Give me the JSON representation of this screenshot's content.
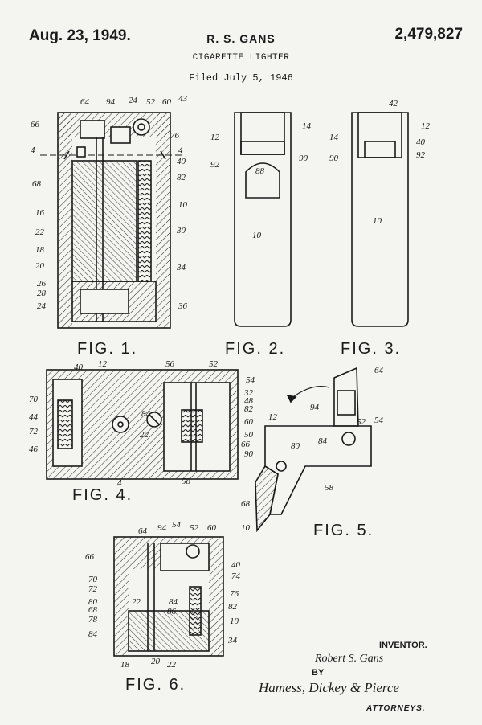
{
  "header": {
    "date": "Aug. 23, 1949.",
    "inventor": "R. S. GANS",
    "patent_number": "2,479,827",
    "title": "CIGARETTE LIGHTER",
    "filed": "Filed July 5, 1946"
  },
  "figures": {
    "fig1": "FIG. 1.",
    "fig2": "FIG. 2.",
    "fig3": "FIG. 3.",
    "fig4": "FIG. 4.",
    "fig5": "FIG. 5.",
    "fig6": "FIG. 6."
  },
  "ref_labels": {
    "fig1": [
      "64",
      "94",
      "24",
      "52",
      "60",
      "43",
      "66",
      "76",
      "4",
      "4",
      "40",
      "82",
      "68",
      "10",
      "16",
      "22",
      "30",
      "18",
      "20",
      "34",
      "26",
      "28",
      "24",
      "36"
    ],
    "fig2": [
      "14",
      "12",
      "92",
      "90",
      "88",
      "10"
    ],
    "fig3": [
      "42",
      "14",
      "12",
      "40",
      "90",
      "92",
      "10"
    ],
    "fig4": [
      "40",
      "12",
      "56",
      "52",
      "54",
      "70",
      "32",
      "44",
      "48",
      "84",
      "82",
      "72",
      "22",
      "60",
      "46",
      "50",
      "90",
      "4",
      "58"
    ],
    "fig5": [
      "64",
      "94",
      "12",
      "54",
      "52",
      "66",
      "80",
      "84",
      "58",
      "68",
      "10"
    ],
    "fig6": [
      "64",
      "94",
      "54",
      "52",
      "60",
      "66",
      "40",
      "70",
      "72",
      "74",
      "22",
      "80",
      "84",
      "76",
      "68",
      "86",
      "82",
      "78",
      "10",
      "84",
      "34",
      "18",
      "20",
      "22"
    ]
  },
  "signatures": {
    "inventor_label": "INVENTOR.",
    "inventor_signature": "Robert S. Gans",
    "by": "BY",
    "attorney_signature": "Hamess, Dickey & Pierce",
    "attorneys_label": "ATTORNEYS."
  }
}
